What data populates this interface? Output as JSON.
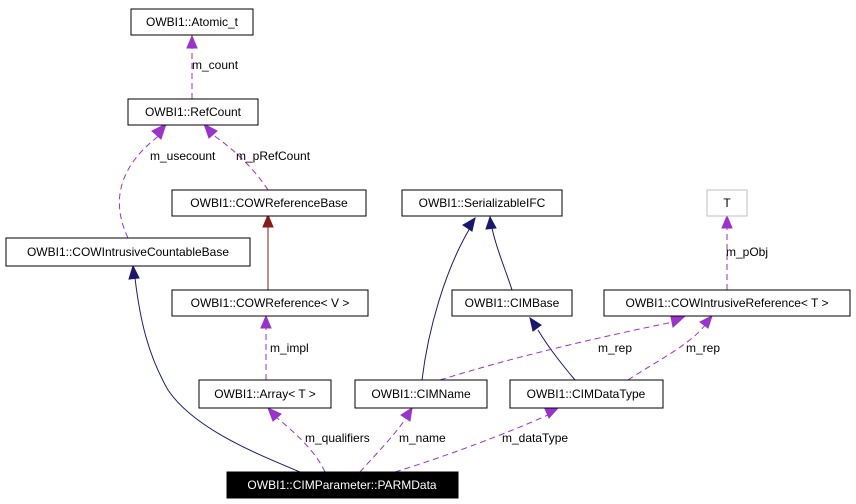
{
  "nodes": {
    "atomic_t": "OWBI1::Atomic_t",
    "refcount": "OWBI1::RefCount",
    "cow_reference_base": "OWBI1::COWReferenceBase",
    "serializable_ifc": "OWBI1::SerializableIFC",
    "t_param": "T",
    "cow_intrusive_countable_base": "OWBI1::COWIntrusiveCountableBase",
    "cow_reference_v": "OWBI1::COWReference< V >",
    "cim_base": "OWBI1::CIMBase",
    "cow_intrusive_reference_t": "OWBI1::COWIntrusiveReference< T >",
    "array_t": "OWBI1::Array< T >",
    "cim_name": "OWBI1::CIMName",
    "cim_data_type": "OWBI1::CIMDataType",
    "parm_data": "OWBI1::CIMParameter::PARMData"
  },
  "edge_labels": {
    "m_count": "m_count",
    "m_usecount": "m_usecount",
    "m_pRefCount": "m_pRefCount",
    "m_pObj": "m_pObj",
    "m_impl": "m_impl",
    "m_rep_name": "m_rep",
    "m_rep_datatype": "m_rep",
    "m_qualifiers": "m_qualifiers",
    "m_name": "m_name",
    "m_dataType": "m_dataType"
  },
  "colors": {
    "inheritance": "#191970",
    "private_inheritance": "#8b1a1a",
    "member": "#9a32cd",
    "node_border": "#000000",
    "template_border": "#bfbfbf",
    "highlight_fill": "#000000"
  }
}
